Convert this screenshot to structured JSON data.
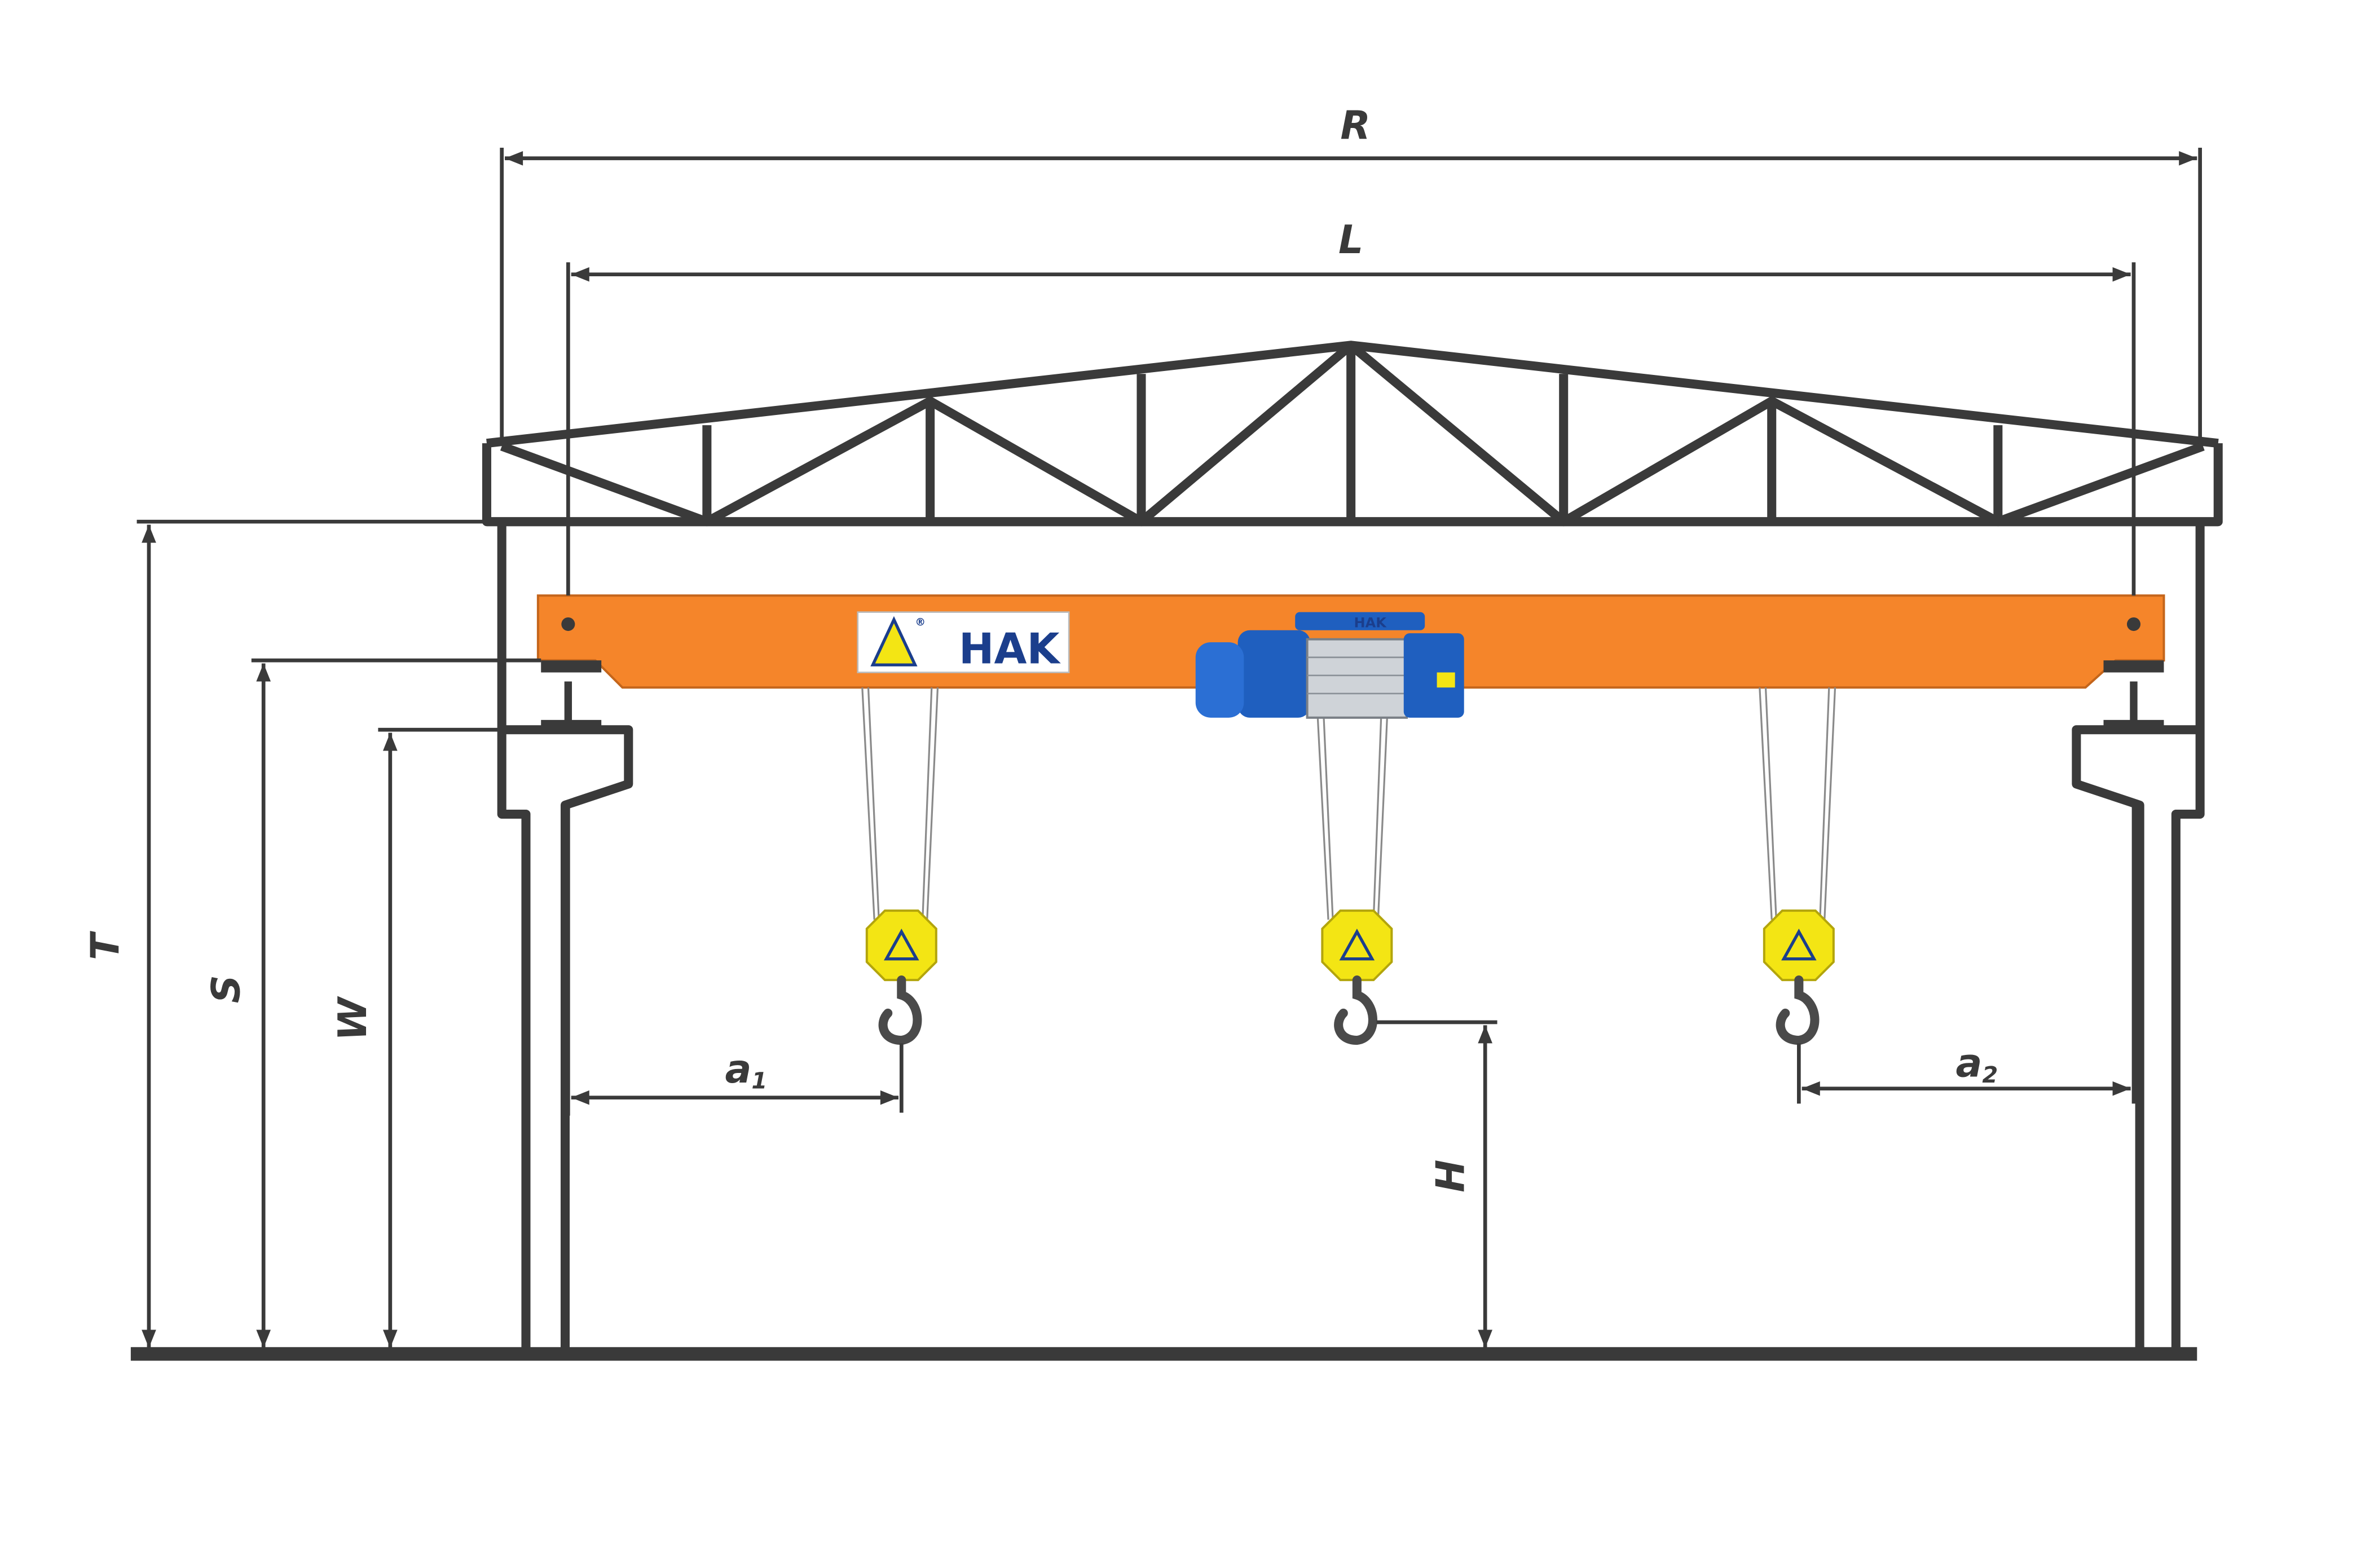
{
  "dimensions": {
    "R": "R",
    "L": "L",
    "T": "T",
    "S": "S",
    "W": "W",
    "H": "H",
    "a1": {
      "base": "a",
      "sub": "1"
    },
    "a2": {
      "base": "a",
      "sub": "2"
    }
  },
  "branding": {
    "girder_logo_text": "HAK",
    "hoist_logo_text": "HAK",
    "logo_symbol": "hak-triangle-logo",
    "registered_mark": "®"
  },
  "colors": {
    "structure": "#3a3a3a",
    "girder": "#f5852a",
    "hoist": "#1f5fbf",
    "hook_block": "#f3e514",
    "hook": "#4a4a4a",
    "logo_blue": "#1b3e8c",
    "background": "#ffffff"
  },
  "icons": {
    "hoist": "electric-wire-rope-hoist-icon",
    "hook": "crane-hook-icon"
  }
}
